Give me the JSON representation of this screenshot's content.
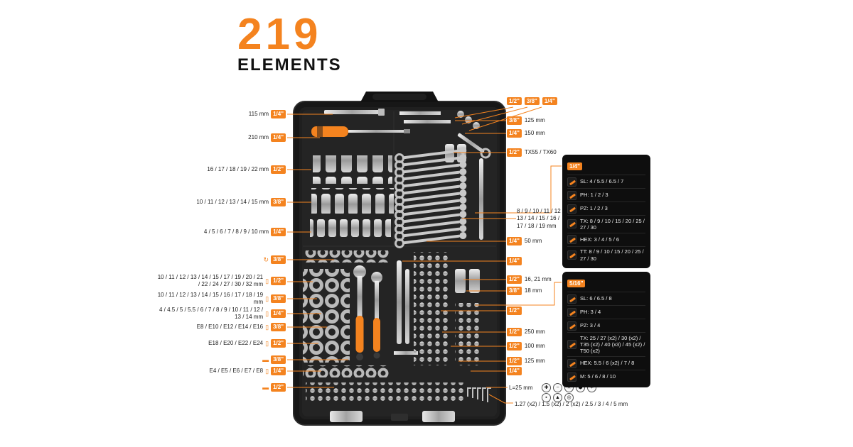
{
  "header": {
    "count": "219",
    "subtitle": "ELEMENTS"
  },
  "colors": {
    "accent": "#f4831f",
    "case_black": "#1a1a1a",
    "panel_black": "#0e0e0e"
  },
  "left_callouts": [
    {
      "label": "115 mm",
      "badge": "1/4\""
    },
    {
      "label": "210 mm",
      "badge": "1/4\""
    },
    {
      "label": "16 / 17 / 18 / 19 / 22 mm",
      "badge": "1/2\""
    },
    {
      "label": "10 / 11 / 12 / 13 / 14 / 15 mm",
      "badge": "3/8\""
    },
    {
      "label": "4 / 5 / 6 / 7 / 8 / 9 / 10 mm",
      "badge": "1/4\""
    },
    {
      "label": "",
      "badge": "3/8\"",
      "icon": "ratchet-icon",
      "icon_glyph": "↻"
    },
    {
      "label": "10 / 11 / 12 / 13 / 14 / 15 / 17 / 19 / 20 / 21 / 22 / 24 / 27 / 30 / 32 mm",
      "badge": "1/2\"",
      "icon": "socket-icon",
      "icon_glyph": "▯"
    },
    {
      "label": "10 / 11 / 12 / 13 / 14 / 15 / 16 / 17 / 18 / 19 mm",
      "badge": "3/8\"",
      "icon": "socket-icon",
      "icon_glyph": "▯"
    },
    {
      "label": "4 / 4.5 / 5 / 5.5 / 6 / 7 / 8 / 9 / 10 / 11 / 12 / 13 / 14 mm",
      "badge": "1/4\"",
      "icon": "socket-icon",
      "icon_glyph": "▯"
    },
    {
      "label": "E8 / E10 / E12 / E14 / E16",
      "badge": "3/8\"",
      "icon": "socket-icon",
      "icon_glyph": "▯"
    },
    {
      "label": "E18 / E20 / E22 / E24",
      "badge": "1/2\"",
      "icon": "socket-icon",
      "icon_glyph": "▯"
    },
    {
      "label": "",
      "badge": "3/8\"",
      "icon": "extension-icon",
      "icon_glyph": "▬"
    },
    {
      "label": "E4 / E5 / E6 / E7 / E8",
      "badge": "1/4\"",
      "icon": "socket-icon",
      "icon_glyph": "▯"
    },
    {
      "label": "",
      "badge": "1/2\"",
      "icon": "extension-icon",
      "icon_glyph": "▬"
    }
  ],
  "top_right_badges": [
    "1/2\"",
    "3/8\"",
    "1/4\""
  ],
  "right_callouts": [
    {
      "badge": "3/8\"",
      "label": "125 mm"
    },
    {
      "badge": "1/4\"",
      "label": "150 mm"
    },
    {
      "badge": "1/2\"",
      "label": "TX55 / TX60"
    },
    {
      "badge": "1/4\"",
      "label": "50 mm"
    },
    {
      "badge": "1/4\"",
      "label": ""
    },
    {
      "badge": "1/2\"",
      "label": "16, 21 mm"
    },
    {
      "badge": "3/8\"",
      "label": "18 mm"
    },
    {
      "badge": "1/2\"",
      "label": ""
    },
    {
      "badge": "1/2\"",
      "label": "250 mm"
    },
    {
      "badge": "1/2\"",
      "label": "100 mm"
    },
    {
      "badge": "1/2\"",
      "label": "125 mm"
    },
    {
      "badge": "1/4\"",
      "label": ""
    }
  ],
  "wrench_sizes_label": "8 / 9 / 10 / 11 / 12 / 13 / 14 / 15 / 16 / 17 / 18 / 19 mm",
  "bit_assortment": {
    "length_label": "L=25 mm",
    "profile_icons_row1": [
      {
        "name": "phillips-icon",
        "glyph": "✚"
      },
      {
        "name": "slotted-icon",
        "glyph": "−"
      },
      {
        "name": "pozidriv-icon",
        "glyph": "✳"
      },
      {
        "name": "hex-icon",
        "glyph": "⬢"
      },
      {
        "name": "torx-icon",
        "glyph": "✶"
      }
    ],
    "profile_icons_row2": [
      {
        "name": "square-icon",
        "glyph": "▪"
      },
      {
        "name": "triwing-icon",
        "glyph": "▲"
      },
      {
        "name": "spanner-icon",
        "glyph": "◎"
      }
    ],
    "hex_key_sizes": "1.27 (x2) / 1.5 (x2) / 2 (x2) / 2.5 / 3 / 4 / 5 mm"
  },
  "panel_quarter": {
    "header_badge": "1/4\"",
    "rows": [
      "SL: 4 / 5.5 / 6.5 / 7",
      "PH: 1 / 2 / 3",
      "PZ: 1 / 2 / 3",
      "TX: 8 / 9 / 10 / 15 / 20 / 25 / 27 / 30",
      "HEX: 3 / 4 / 5 / 6",
      "TT: 8 / 9 / 10 / 15 / 20 / 25 / 27 / 30"
    ]
  },
  "panel_five_sixteenth": {
    "header_badge": "5/16\"",
    "rows": [
      "SL: 6 / 6.5 / 8",
      "PH: 3 / 4",
      "PZ: 3 / 4",
      "TX: 25 / 27 (x2) / 30 (x2) / T35 (x2) / 40 (x3) / 45 (x2) / T50 (x2)",
      "HEX: 5.5 / 6 (x2) / 7 / 8",
      "M: 5 / 6 / 8 / 10"
    ]
  }
}
